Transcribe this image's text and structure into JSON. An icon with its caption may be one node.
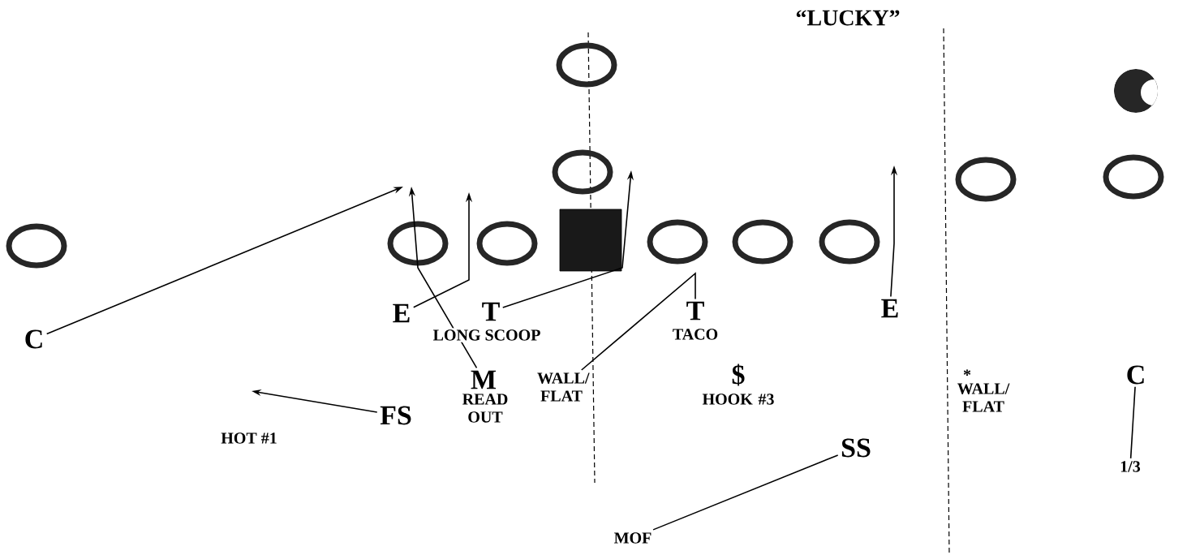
{
  "diagram": {
    "title": "“LUCKY”",
    "nodes": [
      {
        "text": [],
        "shape": "circle"
      },
      {
        "text": [],
        "shape": "crescent"
      },
      {
        "text": [],
        "shape": "circle"
      },
      {
        "text": [],
        "shape": "circle"
      },
      {
        "text": [],
        "shape": "circle"
      },
      {
        "text": [],
        "shape": "circle"
      },
      {
        "text": [],
        "shape": "circle"
      },
      {
        "text": [],
        "shape": "circle"
      },
      {
        "text": [],
        "shape": "box"
      },
      {
        "text": [],
        "shape": "circle"
      },
      {
        "text": [],
        "shape": "circle"
      },
      {
        "text": [],
        "shape": "circle"
      },
      {
        "text": [
          "E"
        ]
      },
      {
        "text": [
          "T"
        ]
      },
      {
        "text": [
          "E"
        ]
      },
      {
        "text": [
          "C"
        ]
      },
      {
        "text": [
          "T"
        ],
        "beside": [
          "TACO"
        ]
      },
      {
        "text": [
          "M"
        ],
        "beside": [
          "READ OUT"
        ]
      },
      {
        "text": [
          "WALL/ FLAT"
        ]
      },
      {
        "text": [
          "$"
        ],
        "beside": [
          "HOOK #3"
        ]
      },
      {
        "text": [
          "*"
        ],
        "beside": [
          "WALL/ FLAT"
        ]
      },
      {
        "text": [
          "C"
        ]
      },
      {
        "text": [
          "FS"
        ]
      },
      {
        "text": [
          "SS"
        ]
      },
      {
        "text": [
          "1/3"
        ]
      },
      {
        "text": [
          "MOF"
        ]
      }
    ],
    "edges": [
      {
        "from": 15,
        "to": null,
        "arrow": "to"
      },
      {
        "from": 12,
        "to": null,
        "arrow": "to"
      },
      {
        "from": 17,
        "to": null,
        "arrow": "to"
      },
      {
        "from": 13,
        "to": null,
        "arrow": "to"
      },
      {
        "from": 16,
        "to": 18,
        "arrow": "none"
      },
      {
        "from": 14,
        "to": null,
        "arrow": "to"
      },
      {
        "from": 22,
        "to": null,
        "arrow": "to"
      },
      {
        "from": 23,
        "to": 25,
        "arrow": "none"
      },
      {
        "from": 21,
        "to": 24,
        "arrow": "none"
      }
    ],
    "labels": [
      "LONG SCOOP",
      "HOT #1"
    ]
  }
}
